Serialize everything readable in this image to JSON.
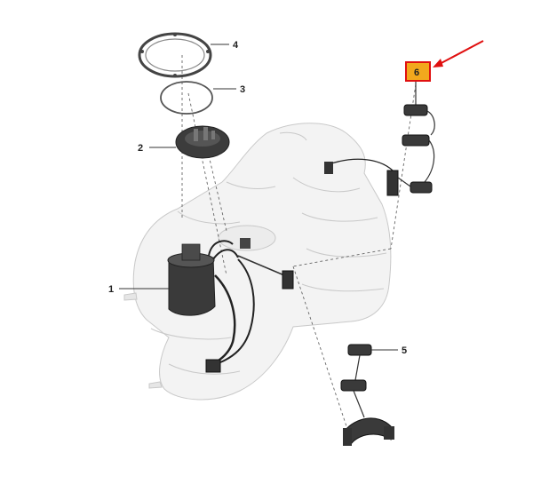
{
  "diagram": {
    "callouts": [
      {
        "id": "c1",
        "label": "1"
      },
      {
        "id": "c2",
        "label": "2"
      },
      {
        "id": "c3",
        "label": "3"
      },
      {
        "id": "c4",
        "label": "4"
      },
      {
        "id": "c5",
        "label": "5"
      },
      {
        "id": "c6",
        "label": "6"
      }
    ],
    "highlight": {
      "callout": "6",
      "fill": "#f2a81d",
      "border": "#e01010"
    },
    "arrow_color": "#e01010",
    "tank_fill": "#f3f3f3",
    "part_color": "#333333"
  }
}
